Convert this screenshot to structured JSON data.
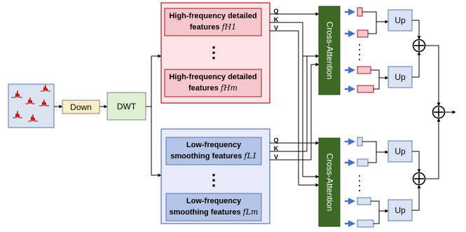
{
  "input": {
    "name": "input-spectrum"
  },
  "down": {
    "label": "Down"
  },
  "dwt": {
    "label": "DWT"
  },
  "high_group": {
    "first": {
      "line1": "High-frequency detailed",
      "line2": "features ",
      "math": "fH1"
    },
    "ellipsis": "⋮",
    "last": {
      "line1": "High-frequency detailed",
      "line2": "features ",
      "math": "fHm"
    }
  },
  "low_group": {
    "first": {
      "line1": "Low-frequency",
      "line2": "smoothing features ",
      "math": "fL1"
    },
    "ellipsis": "⋮",
    "last": {
      "line1": "Low-frequency",
      "line2": "smoothing features ",
      "math": "fLm"
    }
  },
  "qkv_top": {
    "q": "Q",
    "k": "K",
    "v": "V"
  },
  "qkv_bottom": {
    "q": "Q",
    "k": "K",
    "v": "V"
  },
  "cross_attention": {
    "top": "Cross-Attention",
    "bottom": "Cross-Attention"
  },
  "up": {
    "label": "Up"
  },
  "sum_symbol": "⊕",
  "colors": {
    "high_fill": "#fbe3e6",
    "high_box": "#f7c6cc",
    "high_border": "#9b1c28",
    "low_fill": "#e6ebf7",
    "low_box": "#b4c4e6",
    "low_border": "#5a74b0",
    "attention": "#3c6a24",
    "down_fill": "#fcefc8",
    "dwt_fill": "#dcefd2",
    "up_fill": "#dae3f3",
    "arrow_blue": "#4472c4"
  }
}
